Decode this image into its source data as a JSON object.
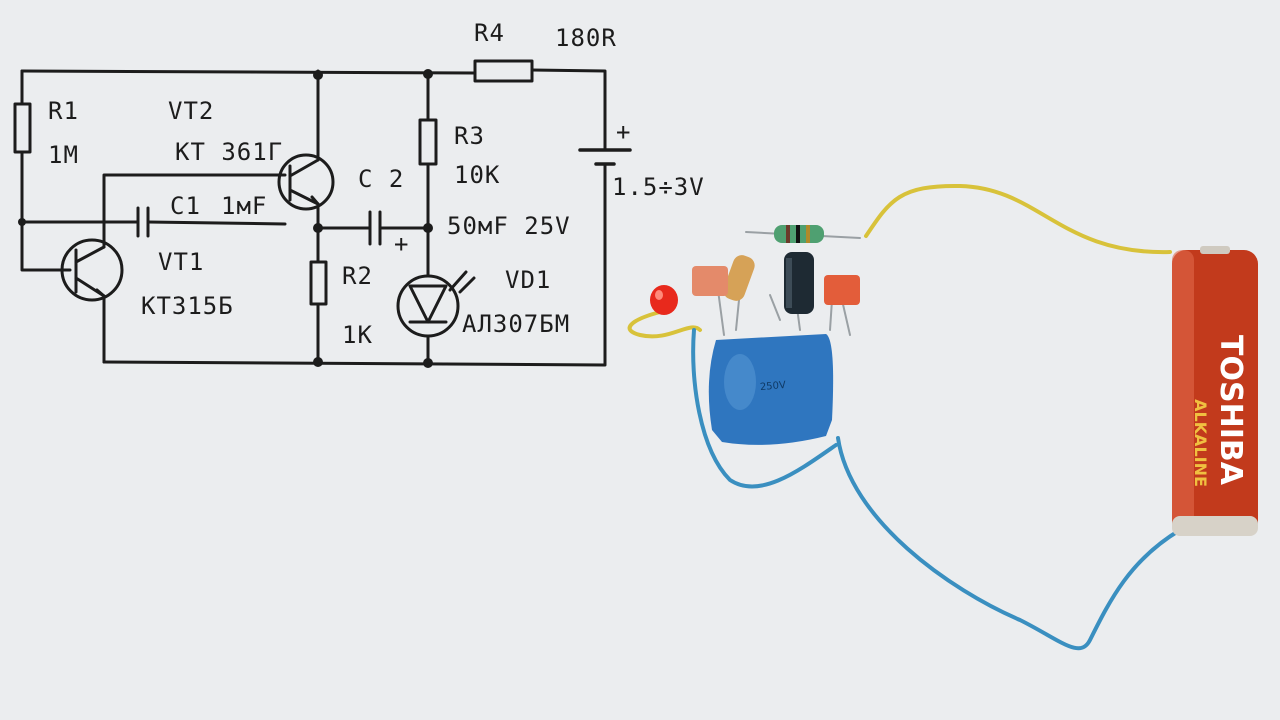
{
  "schematic": {
    "r1": {
      "ref": "R1",
      "value": "1M"
    },
    "vt2": {
      "ref": "VT2",
      "type": "KT 361Г"
    },
    "c1": {
      "ref": "C1",
      "value": "1мF"
    },
    "vt1": {
      "ref": "VT1",
      "type": "KT315Б"
    },
    "r2": {
      "ref": "R2",
      "value": "1K"
    },
    "r3": {
      "ref": "R3",
      "value": "10K"
    },
    "c2": {
      "ref": "C 2",
      "value": "50мF 25V",
      "polarity": "+"
    },
    "r4": {
      "ref": "R4",
      "value": "180R"
    },
    "battery": {
      "polarity": "+",
      "voltage": "1.5÷3V"
    },
    "vd1": {
      "ref": "VD1",
      "type": "АЛ307БМ"
    }
  },
  "photo": {
    "battery_brand": "TOSHIBA",
    "battery_type": "ALKALINE",
    "capacitor_marking": "250V"
  },
  "colors": {
    "paper": "#ebedef",
    "ink": "#1c1c1c",
    "battery_red": "#c23a1c",
    "capacitor_blue": "#2f76bf",
    "wire_yellow": "#d8c23a",
    "wire_blue": "#3a8fc0",
    "led_red": "#e8291c"
  }
}
